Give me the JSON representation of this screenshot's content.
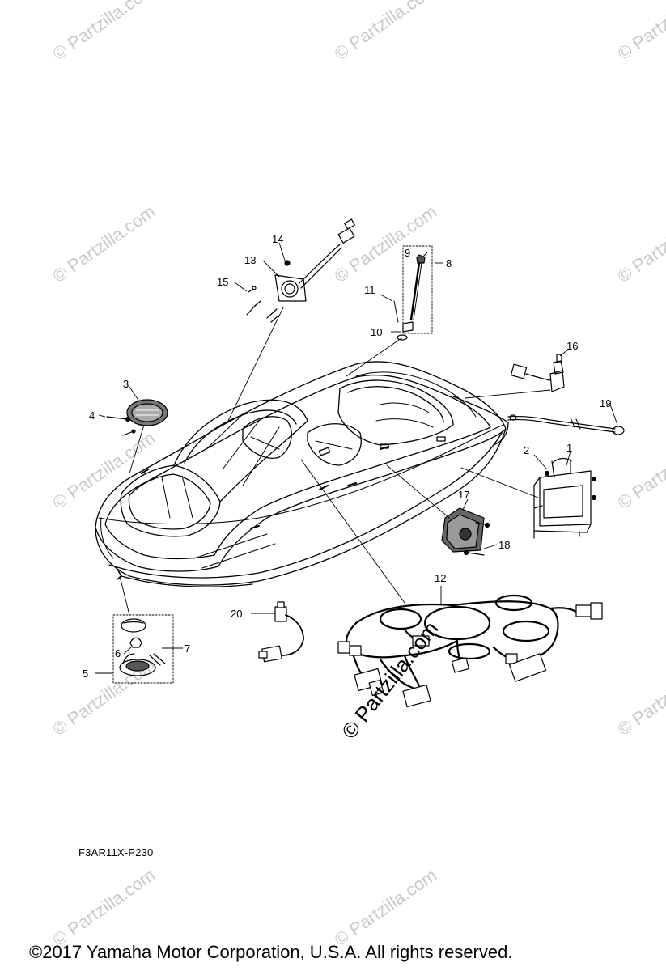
{
  "diagram": {
    "callouts": [
      "1",
      "2",
      "3",
      "4",
      "5",
      "6",
      "7",
      "8",
      "9",
      "10",
      "11",
      "12",
      "13",
      "14",
      "15",
      "16",
      "17",
      "18",
      "19",
      "20"
    ],
    "drawing_code": "F3AR11X-P230",
    "copyright": "©2017  Yamaha Motor Corporation, U.S.A. All rights reserved.",
    "watermark": "© Partzilla.com"
  }
}
